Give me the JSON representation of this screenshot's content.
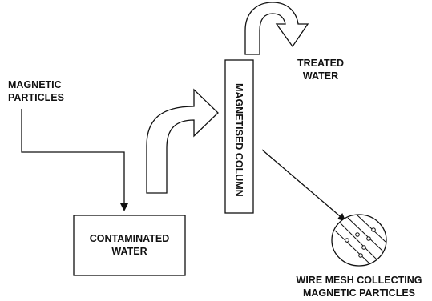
{
  "labels": {
    "magnetic_particles": [
      "MAGNETIC",
      "PARTICLES"
    ],
    "contaminated_water": [
      "CONTAMINATED",
      "WATER"
    ],
    "magnetised_column": "MAGNETISED COLUMN",
    "treated_water": [
      "TREATED",
      "WATER"
    ],
    "wire_mesh": [
      "WIRE MESH COLLECTING",
      "MAGNETIC PARTICLES"
    ]
  },
  "colors": {
    "stroke": "#111111",
    "background": "#ffffff"
  }
}
